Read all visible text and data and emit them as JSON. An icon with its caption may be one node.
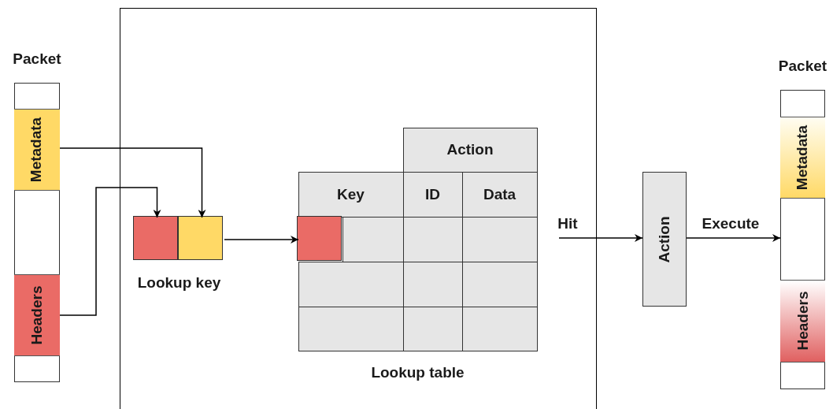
{
  "diagram": {
    "nodes": [
      {
        "text": [
          "Packet"
        ]
      },
      {
        "text": [
          "Metadata"
        ],
        "in": 0
      },
      {
        "text": [
          "Headers"
        ],
        "in": 0
      },
      {
        "text": [],
        "shape": "box"
      },
      {
        "text": [
          "Lookup key"
        ],
        "in": 3
      },
      {
        "text": [],
        "shape": "box",
        "in": 4
      },
      {
        "text": [],
        "shape": "box",
        "in": 4
      },
      {
        "text": [
          "Lookup table"
        ],
        "in": 3
      },
      {
        "text": [],
        "shape": "box",
        "in": 7
      },
      {
        "text": [
          "Action"
        ]
      },
      {
        "text": [
          "Packet"
        ]
      },
      {
        "text": [
          "Metadata"
        ],
        "in": 10
      },
      {
        "text": [
          "Headers"
        ],
        "in": 10
      }
    ],
    "edges": [
      {
        "from": 1,
        "to": 6,
        "arrow": "to"
      },
      {
        "from": 2,
        "to": 5,
        "arrow": "to"
      },
      {
        "from": 4,
        "to": 8,
        "arrow": "to"
      },
      {
        "from": null,
        "to": 9,
        "arrow": "to",
        "label": "Hit"
      },
      {
        "from": 9,
        "to": 10,
        "arrow": "to",
        "label": "Execute"
      }
    ],
    "labels": [
      "Action",
      "Key",
      "ID",
      "Data"
    ]
  }
}
